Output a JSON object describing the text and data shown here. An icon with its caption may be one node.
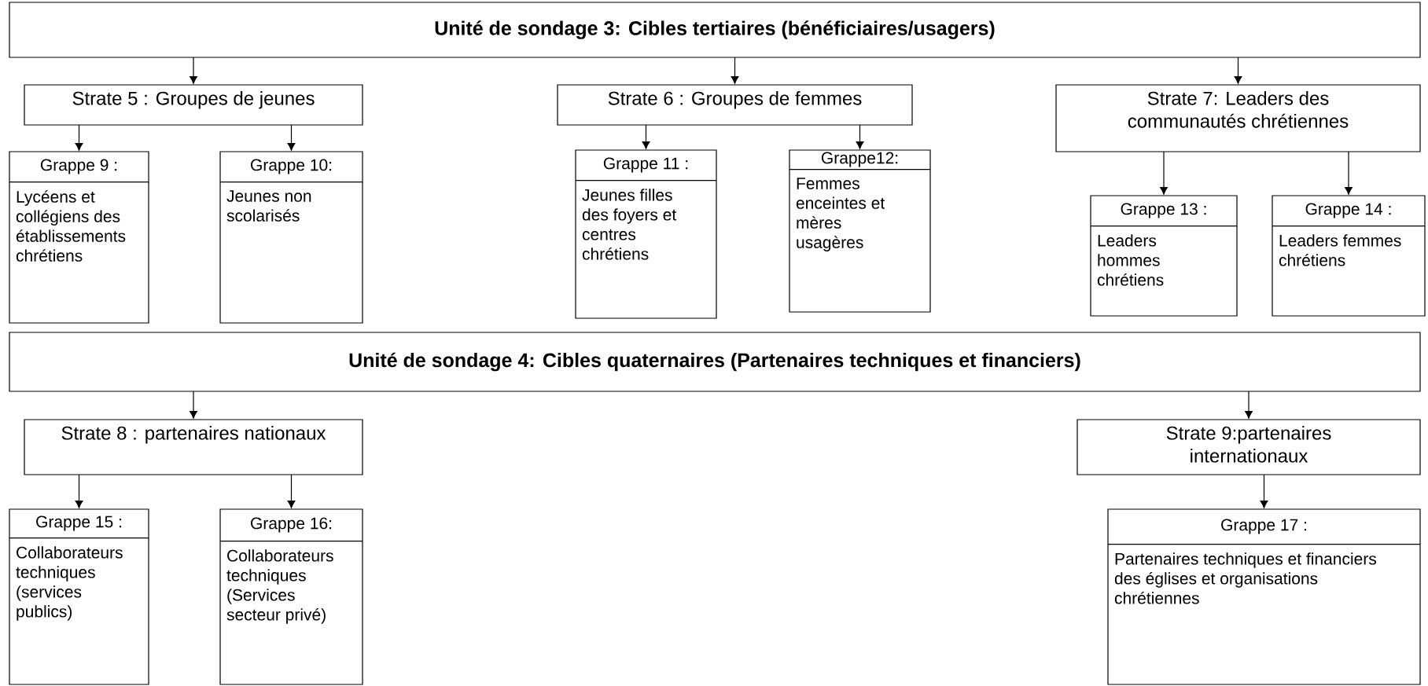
{
  "diagram": {
    "nodes": [
      {
        "text": [
          "Unité de sondage 3: Cibles tertiaires (bénéficiaires/usagers)"
        ]
      },
      {
        "text": [
          "Strate 5 : Groupes de jeunes"
        ]
      },
      {
        "text": [
          "Strate 6 : Groupes de femmes"
        ]
      },
      {
        "text": [
          "Strate 7: Leaders des communautés chrétiennes"
        ]
      },
      {
        "text": [
          "Grappe 9 :",
          "Lycéens et collégiens des établissements chrétiens"
        ]
      },
      {
        "text": [
          "Grappe 10:",
          "Jeunes non scolarisés"
        ]
      },
      {
        "text": [
          "Grappe 11 :",
          "Jeunes filles des foyers et centres chrétiens"
        ]
      },
      {
        "text": [
          "Grappe12:",
          "Femmes enceintes et mères usagères"
        ]
      },
      {
        "text": [
          "Grappe 13 :",
          "Leaders hommes chrétiens"
        ]
      },
      {
        "text": [
          "Grappe 14 :",
          "Leaders femmes chrétiens"
        ]
      },
      {
        "text": [
          "Unité de sondage 4: Cibles quaternaires (Partenaires techniques et financiers)"
        ]
      },
      {
        "text": [
          "Strate 8 : partenaires nationaux"
        ]
      },
      {
        "text": [
          "Strate 9:partenaires internationaux"
        ]
      },
      {
        "text": [
          "Grappe 15 :",
          "Collaborateurs techniques (services publics)"
        ]
      },
      {
        "text": [
          "Grappe 16:",
          "Collaborateurs techniques (Services secteur privé)"
        ]
      },
      {
        "text": [
          "Grappe 17 :",
          "Partenaires techniques et financiers des églises et organisations chrétiennes"
        ]
      }
    ],
    "edges": [
      {
        "from": 0,
        "to": 1,
        "arrow": "to"
      },
      {
        "from": 0,
        "to": 2,
        "arrow": "to"
      },
      {
        "from": 0,
        "to": 3,
        "arrow": "to"
      },
      {
        "from": 1,
        "to": 4,
        "arrow": "to"
      },
      {
        "from": 1,
        "to": 5,
        "arrow": "to"
      },
      {
        "from": 2,
        "to": 6,
        "arrow": "to"
      },
      {
        "from": 2,
        "to": 7,
        "arrow": "to"
      },
      {
        "from": 3,
        "to": 8,
        "arrow": "to"
      },
      {
        "from": 3,
        "to": 9,
        "arrow": "to"
      },
      {
        "from": 10,
        "to": 11,
        "arrow": "to"
      },
      {
        "from": 10,
        "to": 12,
        "arrow": "to"
      },
      {
        "from": 11,
        "to": 13,
        "arrow": "to"
      },
      {
        "from": 11,
        "to": 14,
        "arrow": "to"
      },
      {
        "from": 12,
        "to": 15,
        "arrow": "to"
      }
    ]
  }
}
